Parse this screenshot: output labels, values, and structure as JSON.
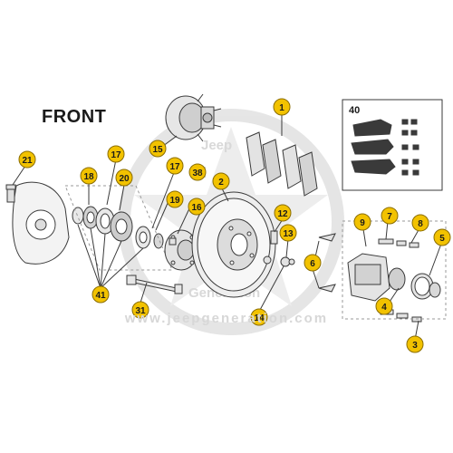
{
  "diagram": {
    "heading": "FRONT",
    "watermark": {
      "url": "www.jeepgeneration.com",
      "arc_top": "Jeep",
      "arc_bottom": "Generation"
    },
    "inset_label": "40",
    "colors": {
      "callout_fill": "#f2c200",
      "callout_stroke": "#8a6d00",
      "line": "#3a3a3a",
      "part_fill": "#e9e9e9",
      "watermark": "#dcdcdc"
    },
    "callouts": [
      "1",
      "2",
      "3",
      "4",
      "5",
      "6",
      "7",
      "8",
      "9",
      "12",
      "13",
      "14",
      "15",
      "16",
      "17",
      "17",
      "18",
      "19",
      "20",
      "21",
      "31",
      "38",
      "41"
    ]
  }
}
